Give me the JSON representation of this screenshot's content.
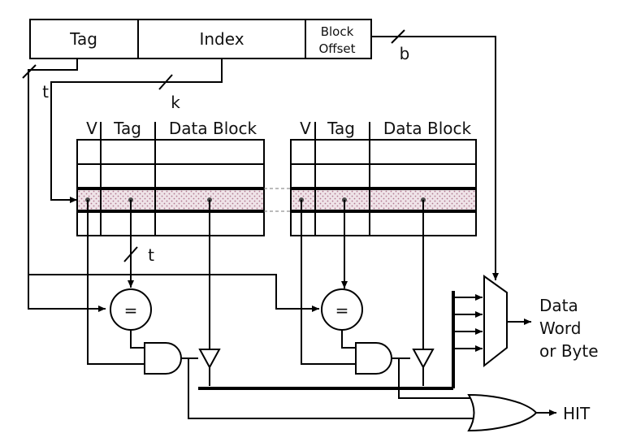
{
  "address": {
    "tag": "Tag",
    "index": "Index",
    "block_offset_line1": "Block",
    "block_offset_line2": "Offset"
  },
  "widths": {
    "t": "t",
    "k": "k",
    "b": "b",
    "t2": "t"
  },
  "way_headers": {
    "v": "V",
    "tag": "Tag",
    "data_block": "Data Block"
  },
  "comparator_symbol": "=",
  "output": {
    "line1": "Data",
    "line2": "Word",
    "line3": "or Byte"
  },
  "hit_label": "HIT",
  "colors": {
    "selected_row": "#d9b8c8"
  }
}
